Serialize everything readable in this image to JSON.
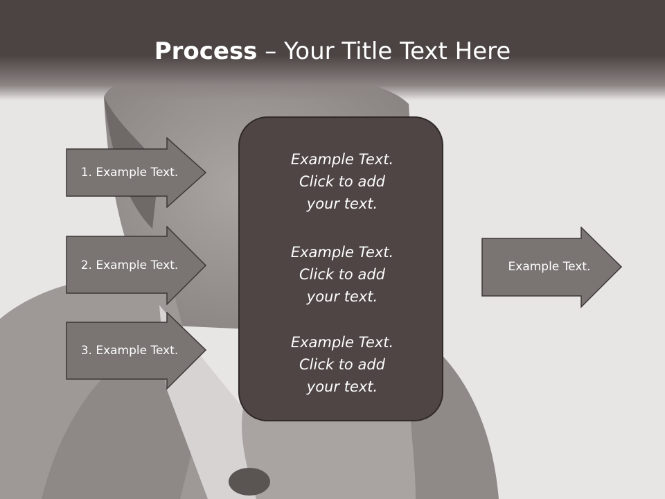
{
  "slide": {
    "title_bold": "Process",
    "title_rest": " – Your Title Text Here"
  },
  "left_arrows": [
    {
      "label": "1. Example Text."
    },
    {
      "label": "2. Example Text."
    },
    {
      "label": "3. Example Text."
    }
  ],
  "center": {
    "blocks": [
      {
        "line1": "Example Text.",
        "line2": "Click  to add",
        "line3": "your text."
      },
      {
        "line1": "Example Text.",
        "line2": "Click  to add",
        "line3": "your text."
      },
      {
        "line1": "Example Text.",
        "line2": "Click  to add",
        "line3": "your text."
      }
    ]
  },
  "right_arrow": {
    "label": "Example Text."
  },
  "colors": {
    "header": "#4b4443",
    "center_box": "#4e4544",
    "arrow_fill": "#7a7473",
    "text": "#ffffff"
  }
}
